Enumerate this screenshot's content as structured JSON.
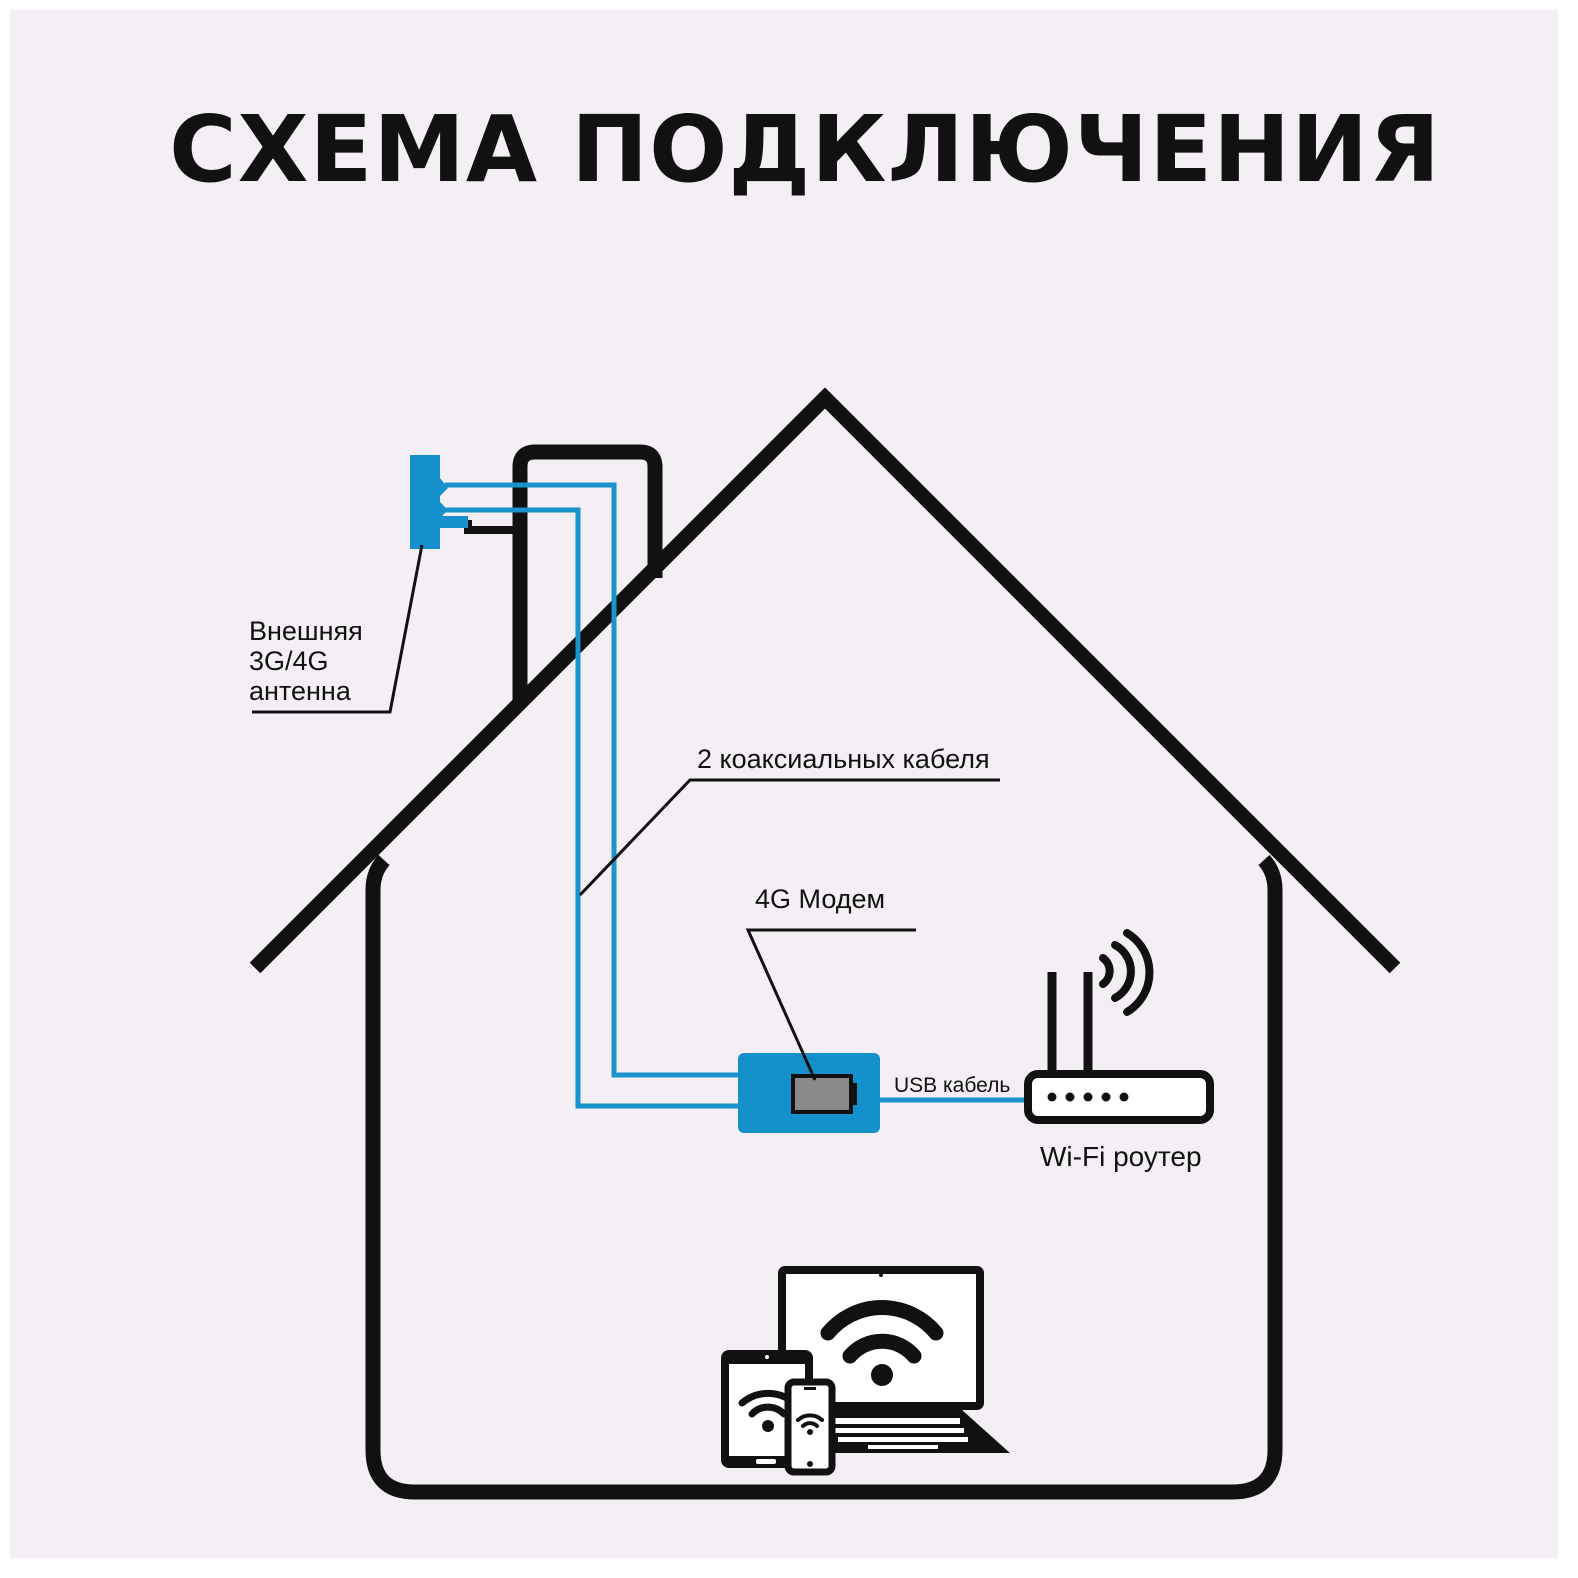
{
  "title": "СХЕМА ПОДКЛЮЧЕНИЯ",
  "labels": {
    "antenna": [
      "Внешняя",
      "3G/4G",
      "антенна"
    ],
    "coax": "2 коаксиальных кабеля",
    "modem": "4G Модем",
    "usb": "USB кабель",
    "router": "Wi-Fi роутер"
  },
  "colors": {
    "background": "#f3eff4",
    "outline": "#111111",
    "cable": "#1a94cc",
    "device_blue": "#1490cc",
    "modem_screen": "#8a8a8a"
  },
  "icons": [
    "antenna-icon",
    "modem-icon",
    "router-icon",
    "wifi-waves-icon",
    "laptop-icon",
    "tablet-icon",
    "smartphone-icon",
    "wifi-icon"
  ]
}
